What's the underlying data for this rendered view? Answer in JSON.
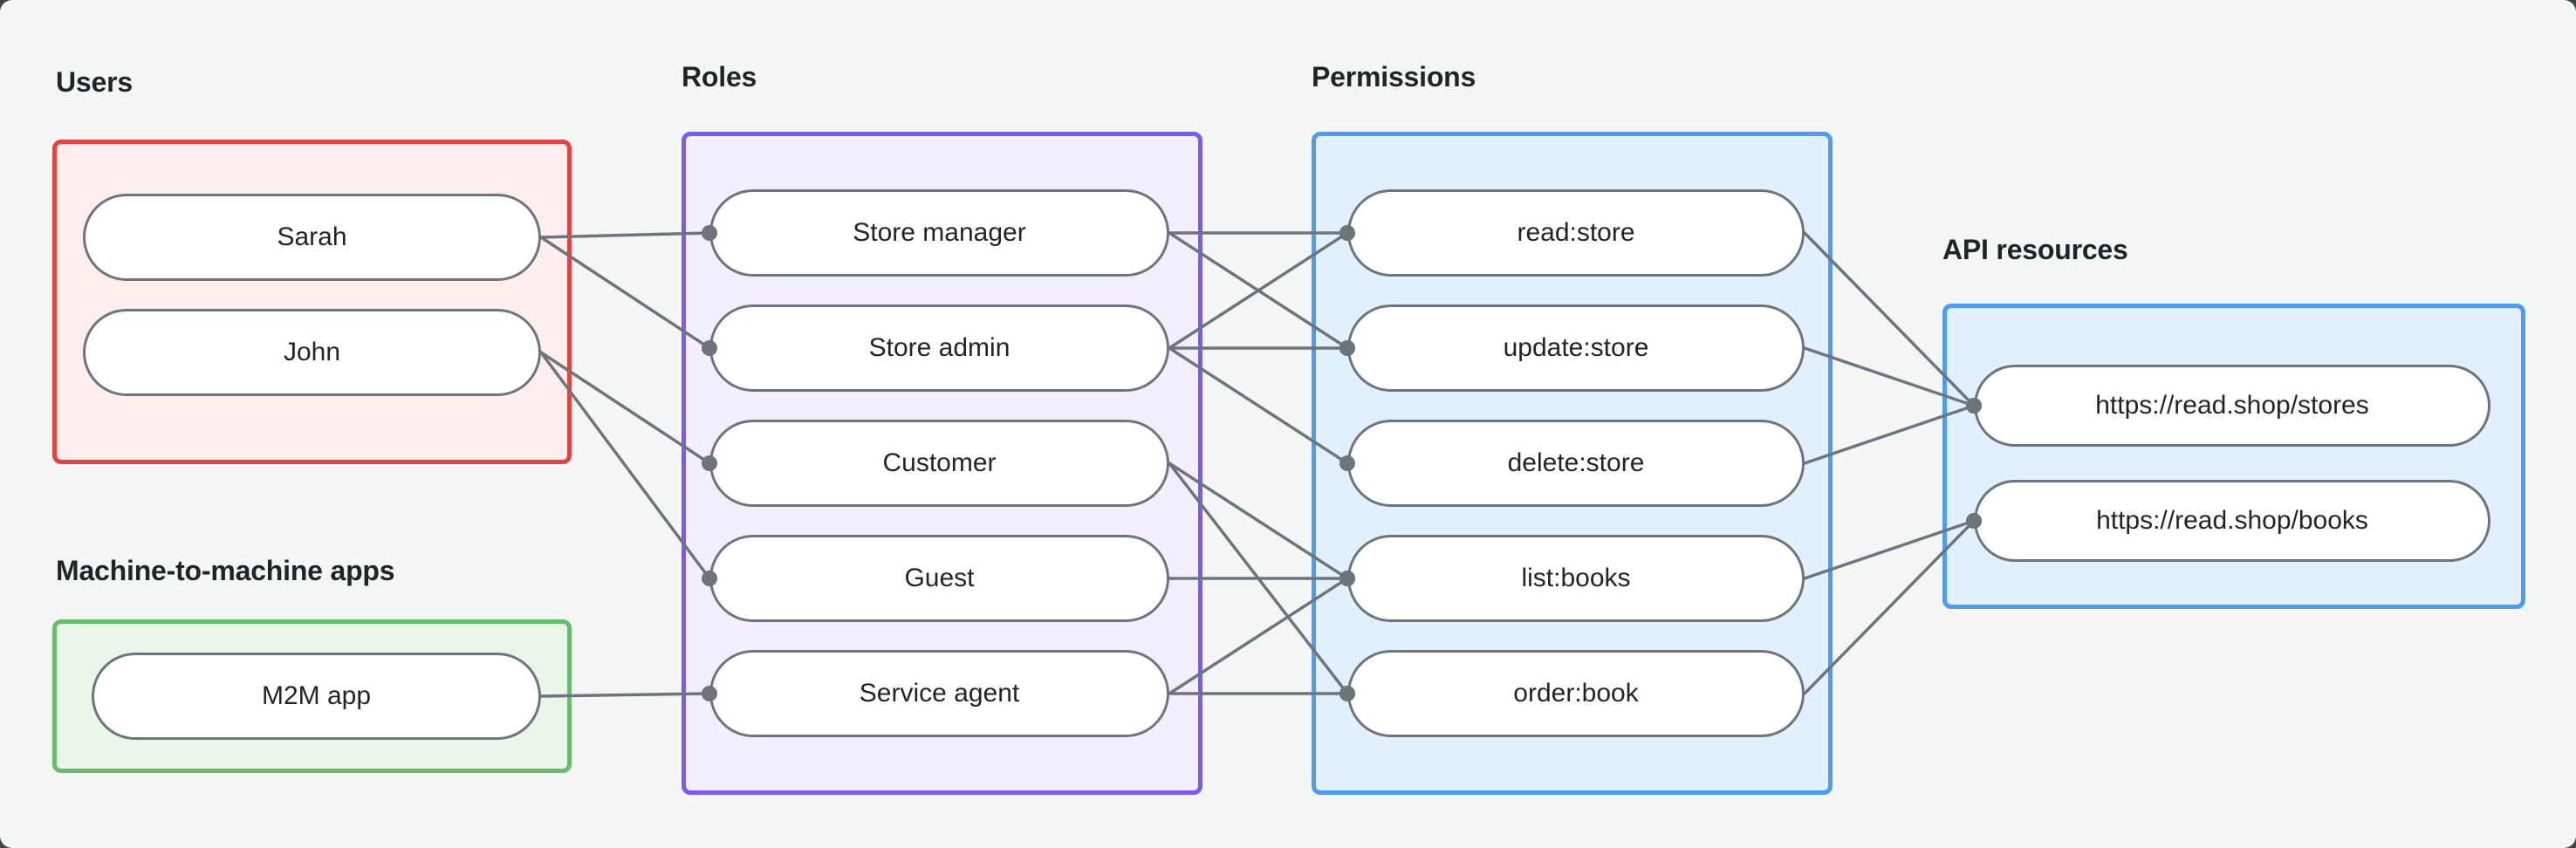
{
  "canvas": {
    "background": "#f4f6f5",
    "backdrop": "#3a4841"
  },
  "colors": {
    "edge": "#6e757a",
    "edge_dot": "#6e757a",
    "pill_border": "#6e757a",
    "pill_background": "#ffffff",
    "text": "#1f2427"
  },
  "groups": [
    {
      "id": "users",
      "label": "Users",
      "border_color": "#e5413e",
      "fill_color": "#fdedec",
      "nodes": [
        {
          "id": "sarah",
          "label": "Sarah"
        },
        {
          "id": "john",
          "label": "John"
        }
      ]
    },
    {
      "id": "m2m",
      "label": "Machine-to-machine apps",
      "border_color": "#68bd6c",
      "fill_color": "#e9f5e9",
      "nodes": [
        {
          "id": "m2m-app",
          "label": "M2M app"
        }
      ]
    },
    {
      "id": "roles",
      "label": "Roles",
      "border_color": "#7a58fa",
      "fill_color": "#f3eefe",
      "nodes": [
        {
          "id": "store-manager",
          "label": "Store manager"
        },
        {
          "id": "store-admin",
          "label": "Store admin"
        },
        {
          "id": "customer",
          "label": "Customer"
        },
        {
          "id": "guest",
          "label": "Guest"
        },
        {
          "id": "service-agent",
          "label": "Service agent"
        }
      ]
    },
    {
      "id": "permissions",
      "label": "Permissions",
      "border_color": "#4d9bf8",
      "fill_color": "#e2effd",
      "nodes": [
        {
          "id": "read-store",
          "label": "read:store"
        },
        {
          "id": "update-store",
          "label": "update:store"
        },
        {
          "id": "delete-store",
          "label": "delete:store"
        },
        {
          "id": "list-books",
          "label": "list:books"
        },
        {
          "id": "order-book",
          "label": "order:book"
        }
      ]
    },
    {
      "id": "api",
      "label": "API resources",
      "border_color": "#4d9bf8",
      "fill_color": "#e2effd",
      "nodes": [
        {
          "id": "stores",
          "label": "https://read.shop/stores"
        },
        {
          "id": "books",
          "label": "https://read.shop/books"
        }
      ]
    }
  ],
  "edges": [
    {
      "from": "sarah",
      "to": "store-manager"
    },
    {
      "from": "sarah",
      "to": "store-admin"
    },
    {
      "from": "john",
      "to": "customer"
    },
    {
      "from": "john",
      "to": "guest"
    },
    {
      "from": "m2m-app",
      "to": "service-agent"
    },
    {
      "from": "store-manager",
      "to": "read-store"
    },
    {
      "from": "store-manager",
      "to": "update-store"
    },
    {
      "from": "store-admin",
      "to": "read-store"
    },
    {
      "from": "store-admin",
      "to": "update-store"
    },
    {
      "from": "store-admin",
      "to": "delete-store"
    },
    {
      "from": "customer",
      "to": "list-books"
    },
    {
      "from": "customer",
      "to": "order-book"
    },
    {
      "from": "guest",
      "to": "list-books"
    },
    {
      "from": "service-agent",
      "to": "list-books"
    },
    {
      "from": "service-agent",
      "to": "order-book"
    },
    {
      "from": "read-store",
      "to": "stores"
    },
    {
      "from": "update-store",
      "to": "stores"
    },
    {
      "from": "delete-store",
      "to": "stores"
    },
    {
      "from": "list-books",
      "to": "books"
    },
    {
      "from": "order-book",
      "to": "books"
    }
  ]
}
